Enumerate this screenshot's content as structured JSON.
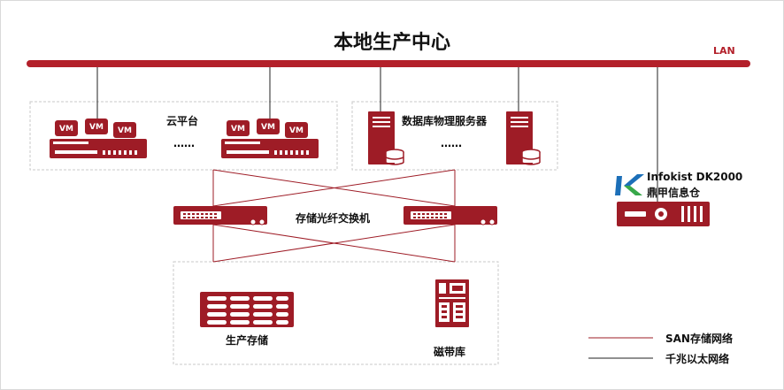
{
  "title": "本地生产中心",
  "lan_label": "LAN",
  "cloud": {
    "label": "云平台",
    "ellipsis": "……",
    "vm_label": "VM"
  },
  "db_servers": {
    "label": "数据库物理服务器",
    "ellipsis": "……"
  },
  "fc_switch": {
    "label": "存储光纤交换机"
  },
  "storage": {
    "label": "生产存储"
  },
  "tape": {
    "label": "磁带库"
  },
  "appliance": {
    "line1": "Infokist DK2000",
    "line2": "鼎甲信息仓",
    "logo": "ik-logo"
  },
  "legend": {
    "san": "SAN存储网络",
    "ethernet": "千兆以太网络"
  },
  "colors": {
    "accent": "#9e1c26",
    "lan": "#b3202a",
    "ethernet": "#222222",
    "dashed_border": "#c8c8c8"
  }
}
